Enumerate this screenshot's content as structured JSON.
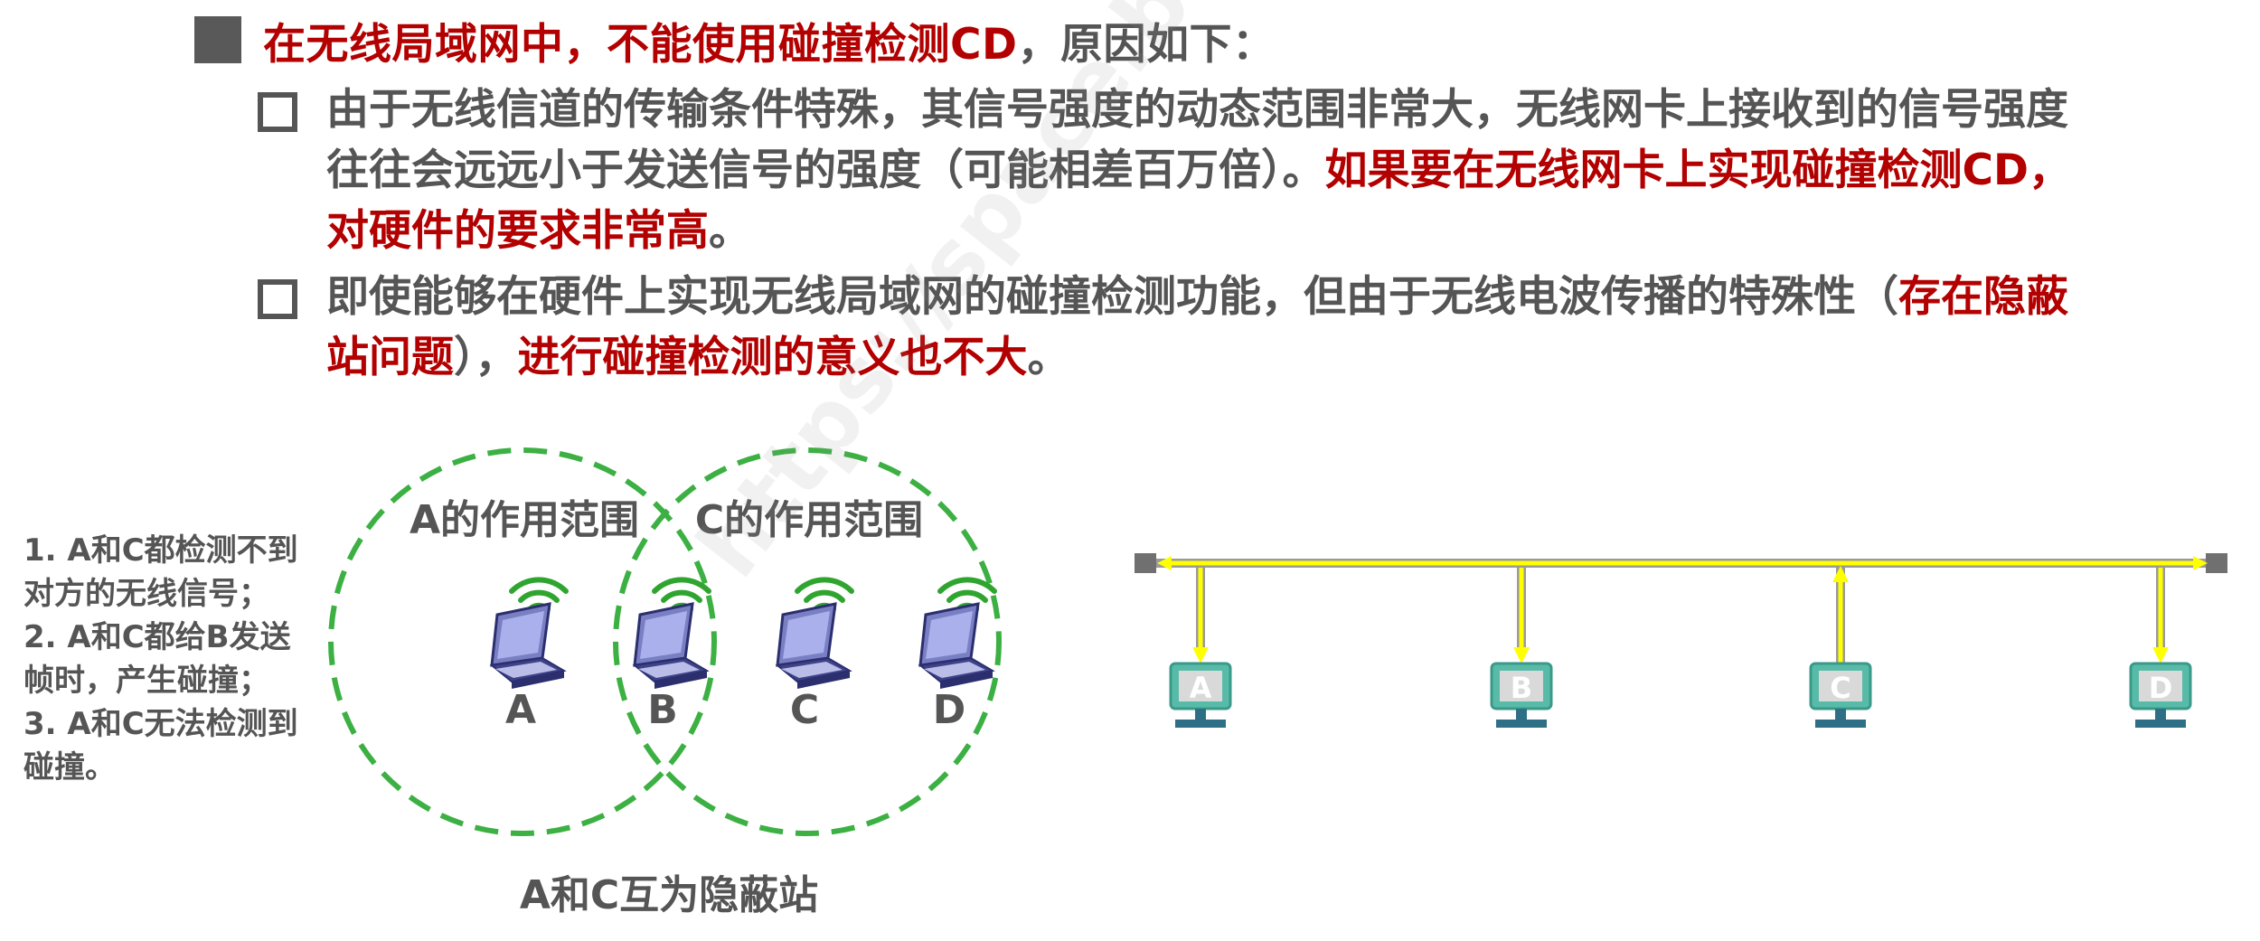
{
  "heading": {
    "part1": "在无线局域网中，不能使用碰撞检测CD",
    "part2": "，原因如下："
  },
  "bullets": [
    {
      "text_gray": "由于无线信道的传输条件特殊，其信号强度的动态范围非常大，无线网卡上接收到的信号强度往往会远远小于发送信号的强度（可能相差百万倍）。",
      "text_red": "如果要在无线网卡上实现碰撞检测CD，对硬件的要求非常高",
      "text_tail": "。"
    },
    {
      "text_gray": "即使能够在硬件上实现无线局域网的碰撞检测功能，但由于无线电波传播的特殊性（",
      "text_red": "存在隐蔽站问题",
      "text_mid": "），",
      "text_red2": "进行碰撞检测的意义也不大",
      "text_tail": "。"
    }
  ],
  "side_notes": [
    "1. A和C都检测不到\n对方的无线信号；",
    "2. A和C都给B发送\n帧时，产生碰撞；",
    "3. A和C无法检测到\n碰撞。"
  ],
  "wireless": {
    "range_a_label": "A的作用范围",
    "range_c_label": "C的作用范围",
    "stations": [
      "A",
      "B",
      "C",
      "D"
    ],
    "caption": "A和C互为隐蔽站"
  },
  "bus": {
    "stations": [
      "A",
      "B",
      "C",
      "D"
    ]
  },
  "watermark": "https://space.bilibili.com/",
  "colors": {
    "red": "#b30000",
    "circle": "#3cb043",
    "bus_line": "#ffff00",
    "station": "#5fbfb0"
  }
}
